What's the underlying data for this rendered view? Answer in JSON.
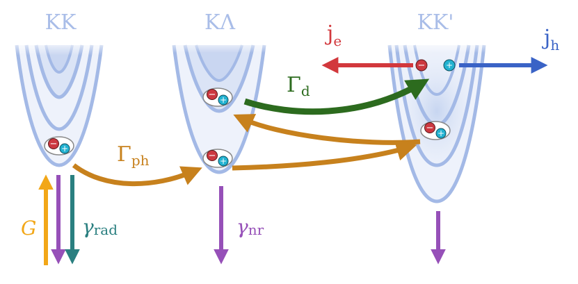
{
  "valleys": {
    "kk": "KK",
    "klambda": "KΛ",
    "kkprime": "KK'"
  },
  "rates": {
    "gamma_ph": {
      "symbol": "Γ",
      "sub": "ph"
    },
    "gamma_d": {
      "symbol": "Γ",
      "sub": "d"
    },
    "generation": "G",
    "gamma_rad": {
      "symbol": "γ",
      "sub": "rad"
    },
    "gamma_nr": {
      "symbol": "γ",
      "sub": "nr"
    }
  },
  "currents": {
    "je": {
      "symbol": "j",
      "sub": "e"
    },
    "jh": {
      "symbol": "j",
      "sub": "h"
    }
  },
  "carriers": {
    "electron": "−",
    "hole": "+"
  },
  "colors": {
    "valley": "#a3b9e6",
    "valley_fill": "#dbe4f6",
    "phonon_arrow": "#c7811d",
    "dissociation_arrow": "#2c6b1e",
    "generation_arrow": "#f2a718",
    "decay_arrow": "#9650b8",
    "rad_arrow": "#2a7f80",
    "electron": "#cc3840",
    "hole": "#22b2d1",
    "je_arrow": "#d2383c",
    "jh_arrow": "#3a63c6",
    "valley_label": "#a9bde8",
    "gamma_ph_label": "#c7811d",
    "gamma_d_label": "#2c6b1e"
  }
}
